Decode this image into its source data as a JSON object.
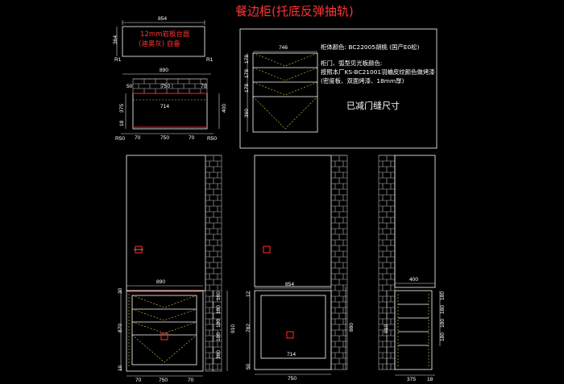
{
  "title": "餐边柜(托底反弹抽轨)",
  "top_box": {
    "width_label": "854",
    "left_label": "364",
    "corner_left": "R1",
    "corner_right": "R1",
    "line1": "12mm岩板台面",
    "line2": "(迪奥灰) 自备"
  },
  "plan_view": {
    "top_width": "890",
    "inner_width": "750",
    "inner_sub": "714",
    "left_small": "50",
    "right_small": "70",
    "left_vert": "375",
    "left_vert2": "18",
    "right_vert": "400",
    "bottom_left": "70",
    "bottom_mid": "750",
    "bottom_right": "70",
    "corner_left": "R50",
    "corner_right": "R50"
  },
  "notes": {
    "drawer_width": "746",
    "left_dims": [
      "178",
      "178",
      "178",
      "360"
    ],
    "line1": "柜体颜色: BC22005胡桃 (国产E0松)",
    "line2": "柜门、弧型见光板颜色:",
    "line3": "按照本厂KS-BC21001羽蛐皮纹颜色做烤漆",
    "line4": "(密度板、双面烤漆、18mm厚)",
    "line5": "已减门缝尺寸"
  },
  "front_left": {
    "top_width": "890",
    "left_dims": [
      "30",
      "870",
      "10"
    ],
    "right_dims": [
      "180",
      "180",
      "180",
      "180",
      "360"
    ],
    "right_total": "910",
    "bottom_left": "70",
    "bottom_mid": "750",
    "bottom_right": "70"
  },
  "front_mid": {
    "top_width": "854",
    "left_dims": [
      "12",
      "782",
      "50"
    ],
    "right_total": "880",
    "inner_width": "714",
    "bottom_width": "750"
  },
  "side_view": {
    "top_width": "400",
    "left_total": "910",
    "right_dims": [
      "180",
      "180",
      "180",
      "180"
    ],
    "bottom_depth": "375",
    "bottom_small": "18"
  }
}
